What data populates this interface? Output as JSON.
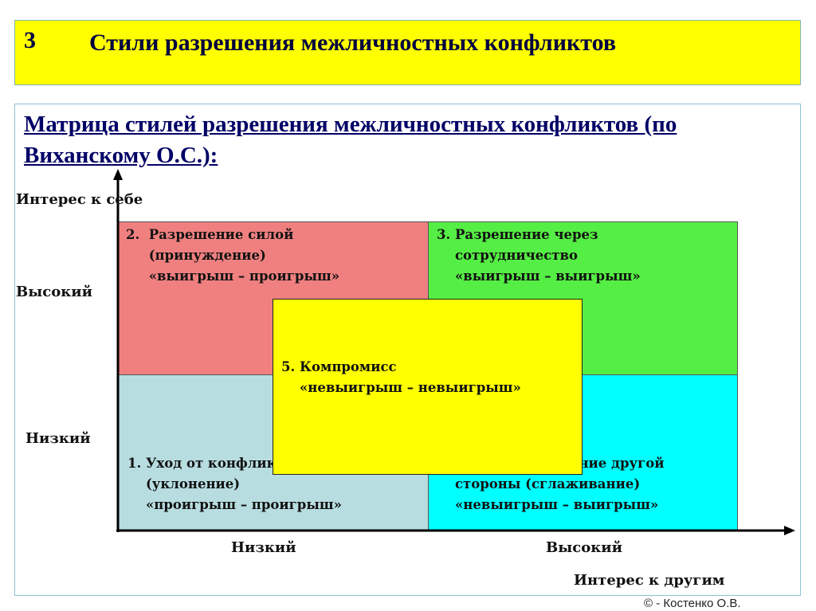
{
  "title": {
    "number": "3",
    "text": "Стили разрешения межличностных конфликтов"
  },
  "heading": "Матрица стилей разрешения межличностных конфликтов (по Виханскому О.С.):",
  "axes": {
    "y_label": "Интерес к себе",
    "y_high": "Высокий",
    "y_low": "Низкий",
    "x_label": "Интерес к другим",
    "x_low": "Низкий",
    "x_high": "Высокий"
  },
  "quadrants": [
    {
      "text": "2.  Разрешение силой\n     (принуждение)\n     «выигрыш – проигрыш»",
      "color": "#f08080"
    },
    {
      "text": "3. Разрешение через\n    сотрудничество\n    «выигрыш – выигрыш»",
      "color": "#55ee44"
    },
    {
      "text": "1. Уход от конфликта\n    (уклонение)\n    «проигрыш – проигрыш»",
      "color": "#b8dde0"
    },
    {
      "text": "4. Войти в положение другой\n    стороны (сглаживание)\n    «невыигрыш – выигрыш»",
      "color": "#00ffff"
    }
  ],
  "center": {
    "text": "5. Компромисс\n    «невыигрыш – невыигрыш»",
    "color": "#ffff00"
  },
  "copyright": "© - Костенко О.В."
}
